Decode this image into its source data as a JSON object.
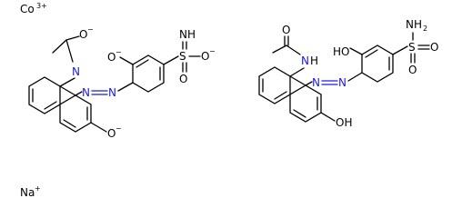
{
  "ions": {
    "cobalt": {
      "symbol": "Co",
      "charge": "3+"
    },
    "sodium": {
      "symbol": "Na",
      "charge": "+"
    }
  },
  "left_molecule": {
    "acetyl_O": "O",
    "acetyl_O_charge": "−",
    "amide_N": "N",
    "phenol_O": "O",
    "phenol_O_charge": "−",
    "azo_N1": "N",
    "azo_N2": "N",
    "naphthol_O": "O",
    "naphthol_O_charge": "−",
    "sulfonyl_imine": "NH",
    "sulfur": "S",
    "sulfonyl_O_bottom": "O",
    "sulfonyl_O_right": "O",
    "sulfonyl_O_charge": "−"
  },
  "right_molecule": {
    "acetyl_O": "O",
    "amide_N": "N",
    "amide_H": "H",
    "phenol_OH": "HO",
    "azo_N1": "N",
    "azo_N2": "N",
    "naphthol_OH": "OH",
    "sulfonamide_N": "NH",
    "sulfonamide_sub": "2",
    "sulfur": "S",
    "sulfonyl_O_bottom": "O",
    "sulfonyl_O_right": "O"
  }
}
